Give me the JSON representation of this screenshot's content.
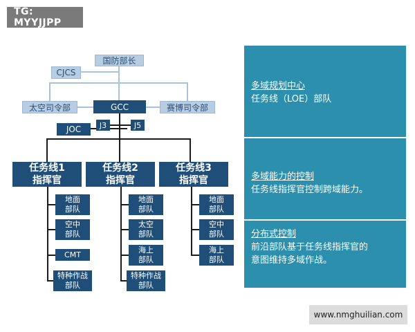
{
  "badge": "TG: MYYJJPP",
  "watermark": "www.nmghuilian.com",
  "org": {
    "top": "国防部长",
    "cjcs": "CJCS",
    "space": "太空司令部",
    "gcc": "GCC",
    "cyber": "赛博司令部",
    "joc": "JOC",
    "j3": "J3",
    "j5": "J5",
    "loe": [
      {
        "line1": "任务线1",
        "line2": "指挥官"
      },
      {
        "line1": "任务线2",
        "line2": "指挥官"
      },
      {
        "line1": "任务线3",
        "line2": "指挥官"
      }
    ],
    "units1": [
      {
        "line1": "地面",
        "line2": "部队"
      },
      {
        "line1": "空中",
        "line2": "部队"
      },
      {
        "line1": "CMT",
        "line2": ""
      },
      {
        "line1": "特种作战",
        "line2": "部队"
      }
    ],
    "units2": [
      {
        "line1": "地面",
        "line2": "部队"
      },
      {
        "line1": "太空",
        "line2": "部队"
      },
      {
        "line1": "海上",
        "line2": "部队"
      },
      {
        "line1": "特种作战",
        "line2": "部队"
      }
    ],
    "units3": [
      {
        "line1": "地面",
        "line2": "部队"
      },
      {
        "line1": "空中",
        "line2": "部队"
      },
      {
        "line1": "海上",
        "line2": "部队"
      }
    ]
  },
  "panels": [
    {
      "title": "多域规划中心",
      "lines": [
        "任务线（LOE）部队"
      ]
    },
    {
      "title": "多域能力的控制",
      "lines": [
        "任务线指挥官控制跨域能力。"
      ]
    },
    {
      "title": "分布式控制",
      "lines": [
        "前沿部队基于任务线指挥官的",
        "意图维持多域作战。"
      ]
    }
  ]
}
